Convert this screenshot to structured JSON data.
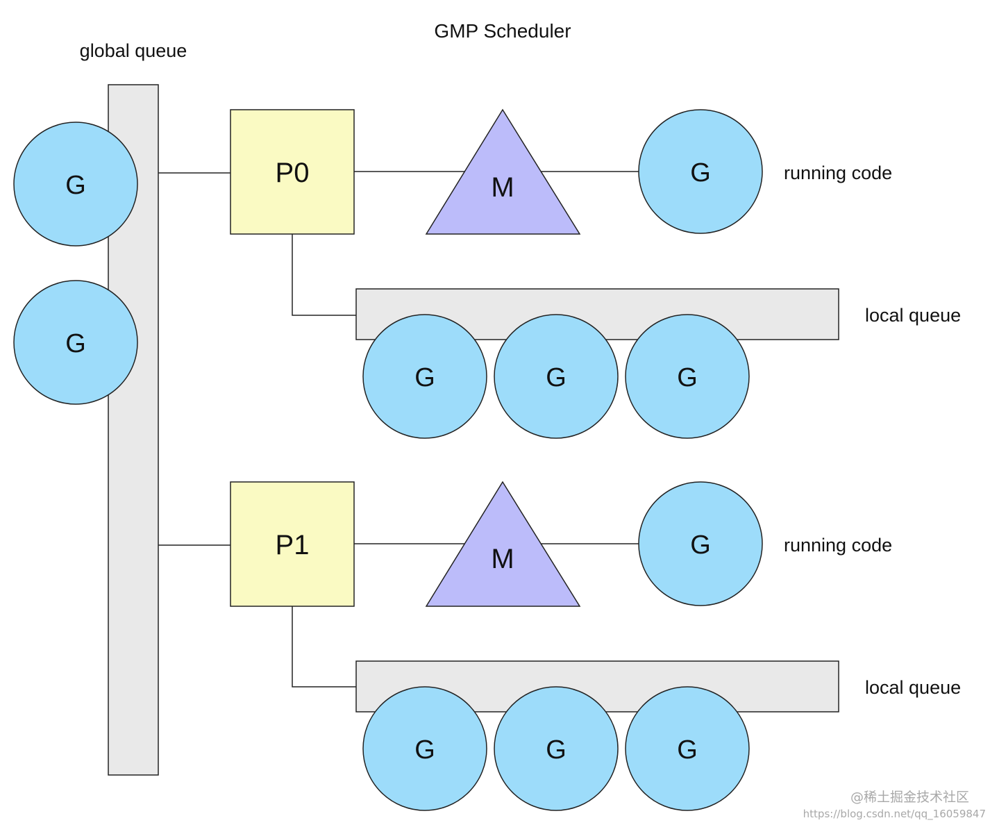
{
  "title": "GMP Scheduler",
  "global_queue": {
    "label": "global queue",
    "goroutines": [
      "G",
      "G"
    ]
  },
  "processors": [
    {
      "name": "P0",
      "machine": "M",
      "running_goroutine": "G",
      "running_label": "running code",
      "local_queue": {
        "label": "local queue",
        "goroutines": [
          "G",
          "G",
          "G"
        ]
      }
    },
    {
      "name": "P1",
      "machine": "M",
      "running_goroutine": "G",
      "running_label": "running code",
      "local_queue": {
        "label": "local queue",
        "goroutines": [
          "G",
          "G",
          "G"
        ]
      }
    }
  ],
  "watermark": {
    "site": "@稀土掘金技术社区",
    "url": "https://blog.csdn.net/qq_16059847"
  },
  "colors": {
    "goroutine_fill": "#9ddcfa",
    "processor_fill": "#fafac3",
    "machine_fill": "#bcbcfa",
    "queue_fill": "#e9e9e9",
    "stroke": "#222222"
  }
}
